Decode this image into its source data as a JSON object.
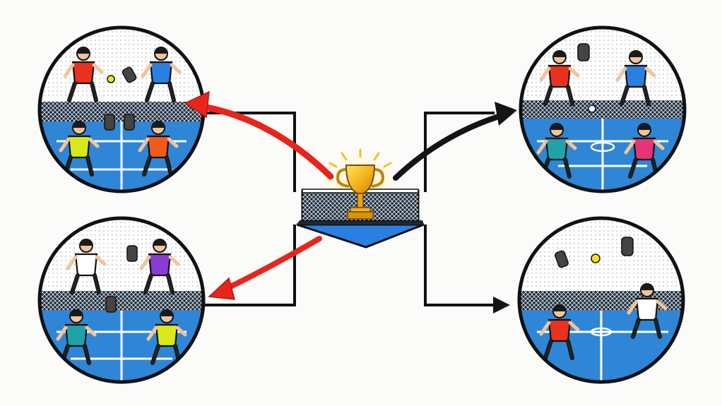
{
  "diagram": {
    "center": {
      "icon": "trophy-on-net-icon"
    },
    "colors": {
      "background": "#fbfbf9",
      "bracket_line": "#111111",
      "arrow_red": "#e8251b",
      "arrow_black": "#141414",
      "court_blue": "#2f86d6",
      "court_light": "#5fb3ee",
      "trophy_gold": "#f2b21b",
      "net_dark": "#1b2a3a"
    },
    "panels": [
      {
        "id": "top-left",
        "icon": "doubles-match-icon",
        "shirts": [
          "#e8321f",
          "#2a7fe0",
          "#d8e81a",
          "#f05a1c"
        ]
      },
      {
        "id": "bottom-left",
        "icon": "doubles-match-icon",
        "shirts": [
          "#ffffff",
          "#8a3bd1",
          "#1fa2a8",
          "#d8e81a"
        ]
      },
      {
        "id": "top-right",
        "icon": "doubles-match-icon",
        "shirts": [
          "#e8321f",
          "#2a7fe0",
          "#1fa2a8",
          "#e6337a"
        ]
      },
      {
        "id": "bottom-right",
        "icon": "singles-match-icon",
        "shirts": [
          "#e8321f",
          "#ffffff"
        ]
      }
    ],
    "arrows": [
      {
        "id": "center-to-top-left",
        "color": "red"
      },
      {
        "id": "center-to-bottom-left",
        "color": "red"
      },
      {
        "id": "center-to-top-right",
        "color": "black"
      },
      {
        "id": "bracket-to-bottom-right",
        "color": "black"
      }
    ]
  }
}
